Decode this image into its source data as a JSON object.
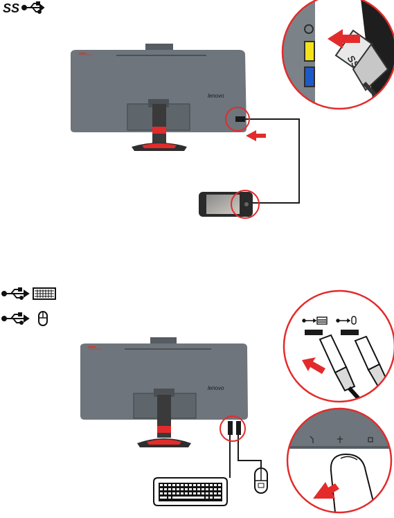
{
  "section_top": {
    "ss_usb_logo": "SS",
    "monitor": {
      "brand_small": "ThinkVision",
      "brand_logo": "lenovo"
    },
    "callout_plug": {
      "plug_text": "SS"
    }
  },
  "section_bottom": {
    "monitor": {
      "brand_small": "ThinkVision",
      "brand_logo": "lenovo"
    }
  },
  "icons": {
    "top_usb": "usb-superspeed-icon",
    "keyboard": "usb-keyboard-icon",
    "mouse": "usb-mouse-icon"
  },
  "colors": {
    "monitor": "#6e757c",
    "stand": "#3a3a3a",
    "accent_red": "#e32b2b",
    "yellow_port": "#f4e21b",
    "blue_port": "#1f59c6"
  }
}
